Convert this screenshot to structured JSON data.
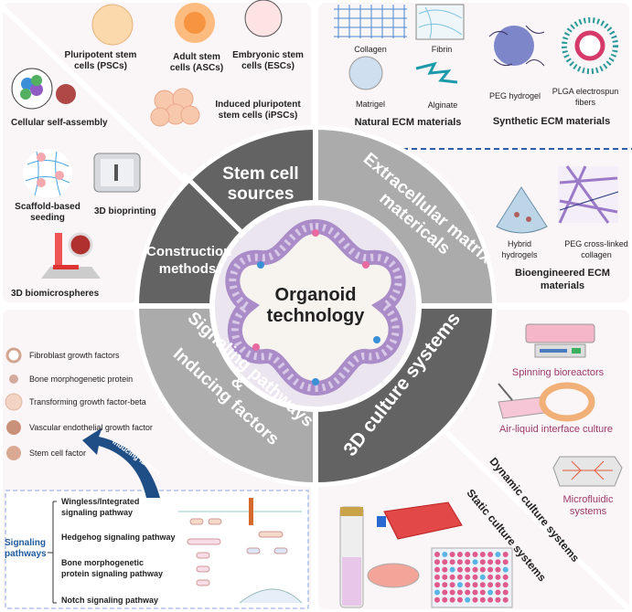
{
  "center": {
    "title_line1": "Organoid",
    "title_line2": "technology"
  },
  "ring": {
    "stem_cell_sources": [
      "Stem cell",
      "sources"
    ],
    "construction_methods": [
      "Construction",
      "methods"
    ],
    "ecm": [
      "Extracellular matrix",
      "matericals"
    ],
    "signaling": [
      "Signaling pathways",
      "&",
      "Inducing factors"
    ],
    "culture": "3D culture systems"
  },
  "stem_cells": {
    "psc": [
      "Pluripotent stem",
      "cells (PSCs)"
    ],
    "asc": [
      "Adult stem",
      "cells (ASCs)"
    ],
    "esc": [
      "Embryonic stem",
      "cells (ESCs)"
    ],
    "ipsc": [
      "Induced pluripotent",
      "stem cells (iPSCs)"
    ]
  },
  "construction": {
    "self_assembly": "Cellular self-assembly",
    "scaffold": [
      "Scaffold-based",
      "seeding"
    ],
    "bioprinting": "3D bioprinting",
    "biomicrospheres": "3D biomicrospheres"
  },
  "ecm": {
    "collagen": "Collagen",
    "fibrin": "Fibrin",
    "matrigel": "Matrigel",
    "alginate": "Alginate",
    "natural": "Natural ECM materials",
    "peg_hydrogel": "PEG hydrogel",
    "plga": [
      "PLGA electrospun",
      "fibers"
    ],
    "synthetic": "Synthetic ECM materials",
    "hybrid": [
      "Hybrid",
      "hydrogels"
    ],
    "peg_collagen": [
      "PEG cross-linked",
      "collagen"
    ],
    "bioengineered": [
      "Bioengineered ECM",
      "materials"
    ]
  },
  "factors": {
    "items": [
      "Fibroblast growth factors",
      "Bone morphogenetic protein",
      "Transforming growth factor-beta",
      "Vascular endothelial growth factor",
      "Stem cell factor"
    ],
    "arrow_label": "Inducing factors"
  },
  "pathways": {
    "label": [
      "Signaling",
      "pathways"
    ],
    "items": [
      [
        "Wingless/Integrated",
        "signaling pathway"
      ],
      [
        "Hedgehog signaling pathway"
      ],
      [
        "Bone morphogenetic",
        "protein signaling pathway"
      ],
      [
        "Notch signaling pathway"
      ]
    ]
  },
  "culture": {
    "spinning": "Spinning bioreactors",
    "air_liquid": "Air-liquid interface culture",
    "microfluidic": [
      "Microfluidic",
      "systems"
    ],
    "dynamic": "Dynamic culture systems",
    "static": "Static culture systems"
  },
  "colors": {
    "panel": "#faf5f6",
    "ring_dark": "#636363",
    "ring_light": "#ababab",
    "accent_blue": "#1f5a9e",
    "culture_text": "#9b3a6b"
  }
}
